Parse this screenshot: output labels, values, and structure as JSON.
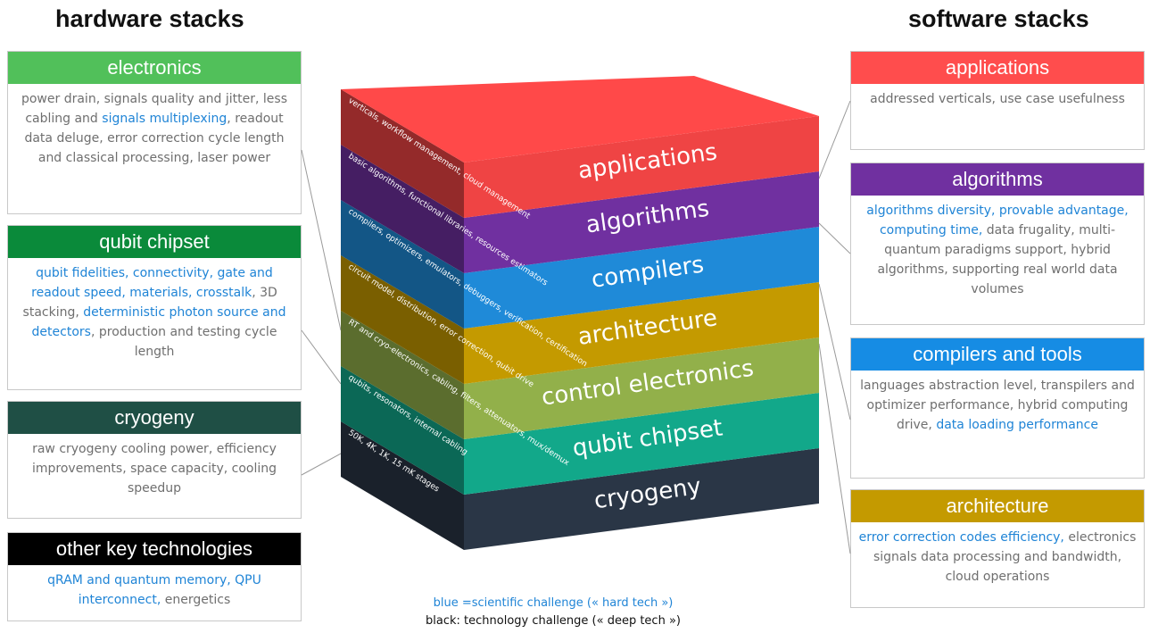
{
  "headings": {
    "hardware": "hardware stacks",
    "software": "software stacks"
  },
  "colors": {
    "applications": "#ef4444",
    "algorithms": "#7030a0",
    "compilers": "#1f8ad8",
    "architecture": "#c49a00",
    "control_electronics": "#92b04a",
    "qubit_chipset": "#12a88a",
    "cryogeny": "#2a3646",
    "card_electronics": "#51c05a",
    "card_qubit": "#0a8a3a",
    "card_cryogeny": "#1f4f45",
    "card_other": "#000000",
    "card_applications": "#ff4d4d",
    "card_algorithms": "#7030a0",
    "card_compilers": "#168ce4",
    "card_architecture": "#c49a00",
    "blue_text": "#1f84d6"
  },
  "hardware_cards": [
    {
      "title": "electronics",
      "segments": [
        {
          "t": "power drain, signals quality and jitter, less cabling and ",
          "c": "gray"
        },
        {
          "t": "signals multiplexing",
          "c": "blue"
        },
        {
          "t": ", readout data deluge, error correction cycle length and classical processing, laser power",
          "c": "gray"
        }
      ]
    },
    {
      "title": "qubit chipset",
      "segments": [
        {
          "t": "qubit fidelities, connectivity, gate and readout speed, materials, crosstalk",
          "c": "blue"
        },
        {
          "t": ", 3D stacking, ",
          "c": "gray"
        },
        {
          "t": "deterministic photon source and detectors",
          "c": "blue"
        },
        {
          "t": ", production and testing cycle length",
          "c": "gray"
        }
      ]
    },
    {
      "title": "cryogeny",
      "segments": [
        {
          "t": "raw cryogeny cooling power, efficiency improvements, space capacity, cooling speedup",
          "c": "gray"
        }
      ]
    },
    {
      "title": "other key technologies",
      "segments": [
        {
          "t": "qRAM and quantum memory, QPU interconnect,",
          "c": "blue"
        },
        {
          "t": " energetics",
          "c": "gray"
        }
      ]
    }
  ],
  "software_cards": [
    {
      "title": "applications",
      "segments": [
        {
          "t": "addressed verticals, use case usefulness",
          "c": "gray"
        }
      ]
    },
    {
      "title": "algorithms",
      "segments": [
        {
          "t": "algorithms diversity, provable advantage, computing time,",
          "c": "blue"
        },
        {
          "t": " data frugality, multi-quantum paradigms support, hybrid algorithms, supporting real world data volumes",
          "c": "gray"
        }
      ]
    },
    {
      "title": "compilers and tools",
      "segments": [
        {
          "t": "languages abstraction level, transpilers and optimizer performance, hybrid computing drive, ",
          "c": "gray"
        },
        {
          "t": "data loading performance",
          "c": "blue"
        }
      ]
    },
    {
      "title": "architecture",
      "segments": [
        {
          "t": "error correction codes efficiency,",
          "c": "blue"
        },
        {
          "t": " electronics signals data processing and bandwidth, cloud operations",
          "c": "gray"
        }
      ]
    }
  ],
  "layers": [
    {
      "label": "applications",
      "side": "verticals, workflow management, cloud management"
    },
    {
      "label": "algorithms",
      "side": "basic algorithms, functional libraries, resources estimators"
    },
    {
      "label": "compilers",
      "side": "compilers, optimizers, emulators, debuggers, verification, certification"
    },
    {
      "label": "architecture",
      "side": "circuit model, distribution, error correction, qubit drive"
    },
    {
      "label": "control electronics",
      "side": "RT and cryo-electronics, cabling, filters, attenuators, mux/demux"
    },
    {
      "label": "qubit chipset",
      "side": "qubits, resonators, internal cabling"
    },
    {
      "label": "cryogeny",
      "side": "50K, 4K, 1K, 15 mK stages"
    }
  ],
  "legend": {
    "blue": "blue =scientific challenge (« hard tech »)",
    "black": "black: technology challenge (« deep tech »)"
  }
}
